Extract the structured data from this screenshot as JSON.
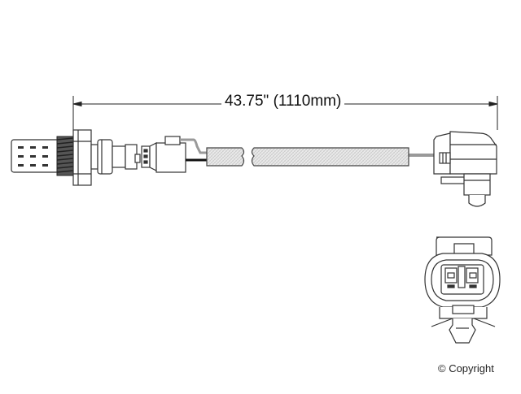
{
  "diagram": {
    "title": "Oxygen sensor with harness and connector",
    "dimension": {
      "label": "43.75\" (1110mm)",
      "length_in": 43.75,
      "length_mm": 1110
    },
    "parts": [
      {
        "name": "sensor-tip",
        "label": ""
      },
      {
        "name": "threaded-body",
        "label": ""
      },
      {
        "name": "hex-nut",
        "label": ""
      },
      {
        "name": "sensor-shell",
        "label": ""
      },
      {
        "name": "wire-grommet",
        "label": ""
      },
      {
        "name": "braided-sleeve",
        "label": ""
      },
      {
        "name": "side-connector",
        "label": ""
      },
      {
        "name": "front-connector-view",
        "label": ""
      }
    ],
    "colors": {
      "line": "#333333",
      "wire_gray": "#999999",
      "wire_black": "#111111",
      "sleeve": "#e6e6e6"
    }
  },
  "footer": {
    "copyright": "© Copyright"
  }
}
